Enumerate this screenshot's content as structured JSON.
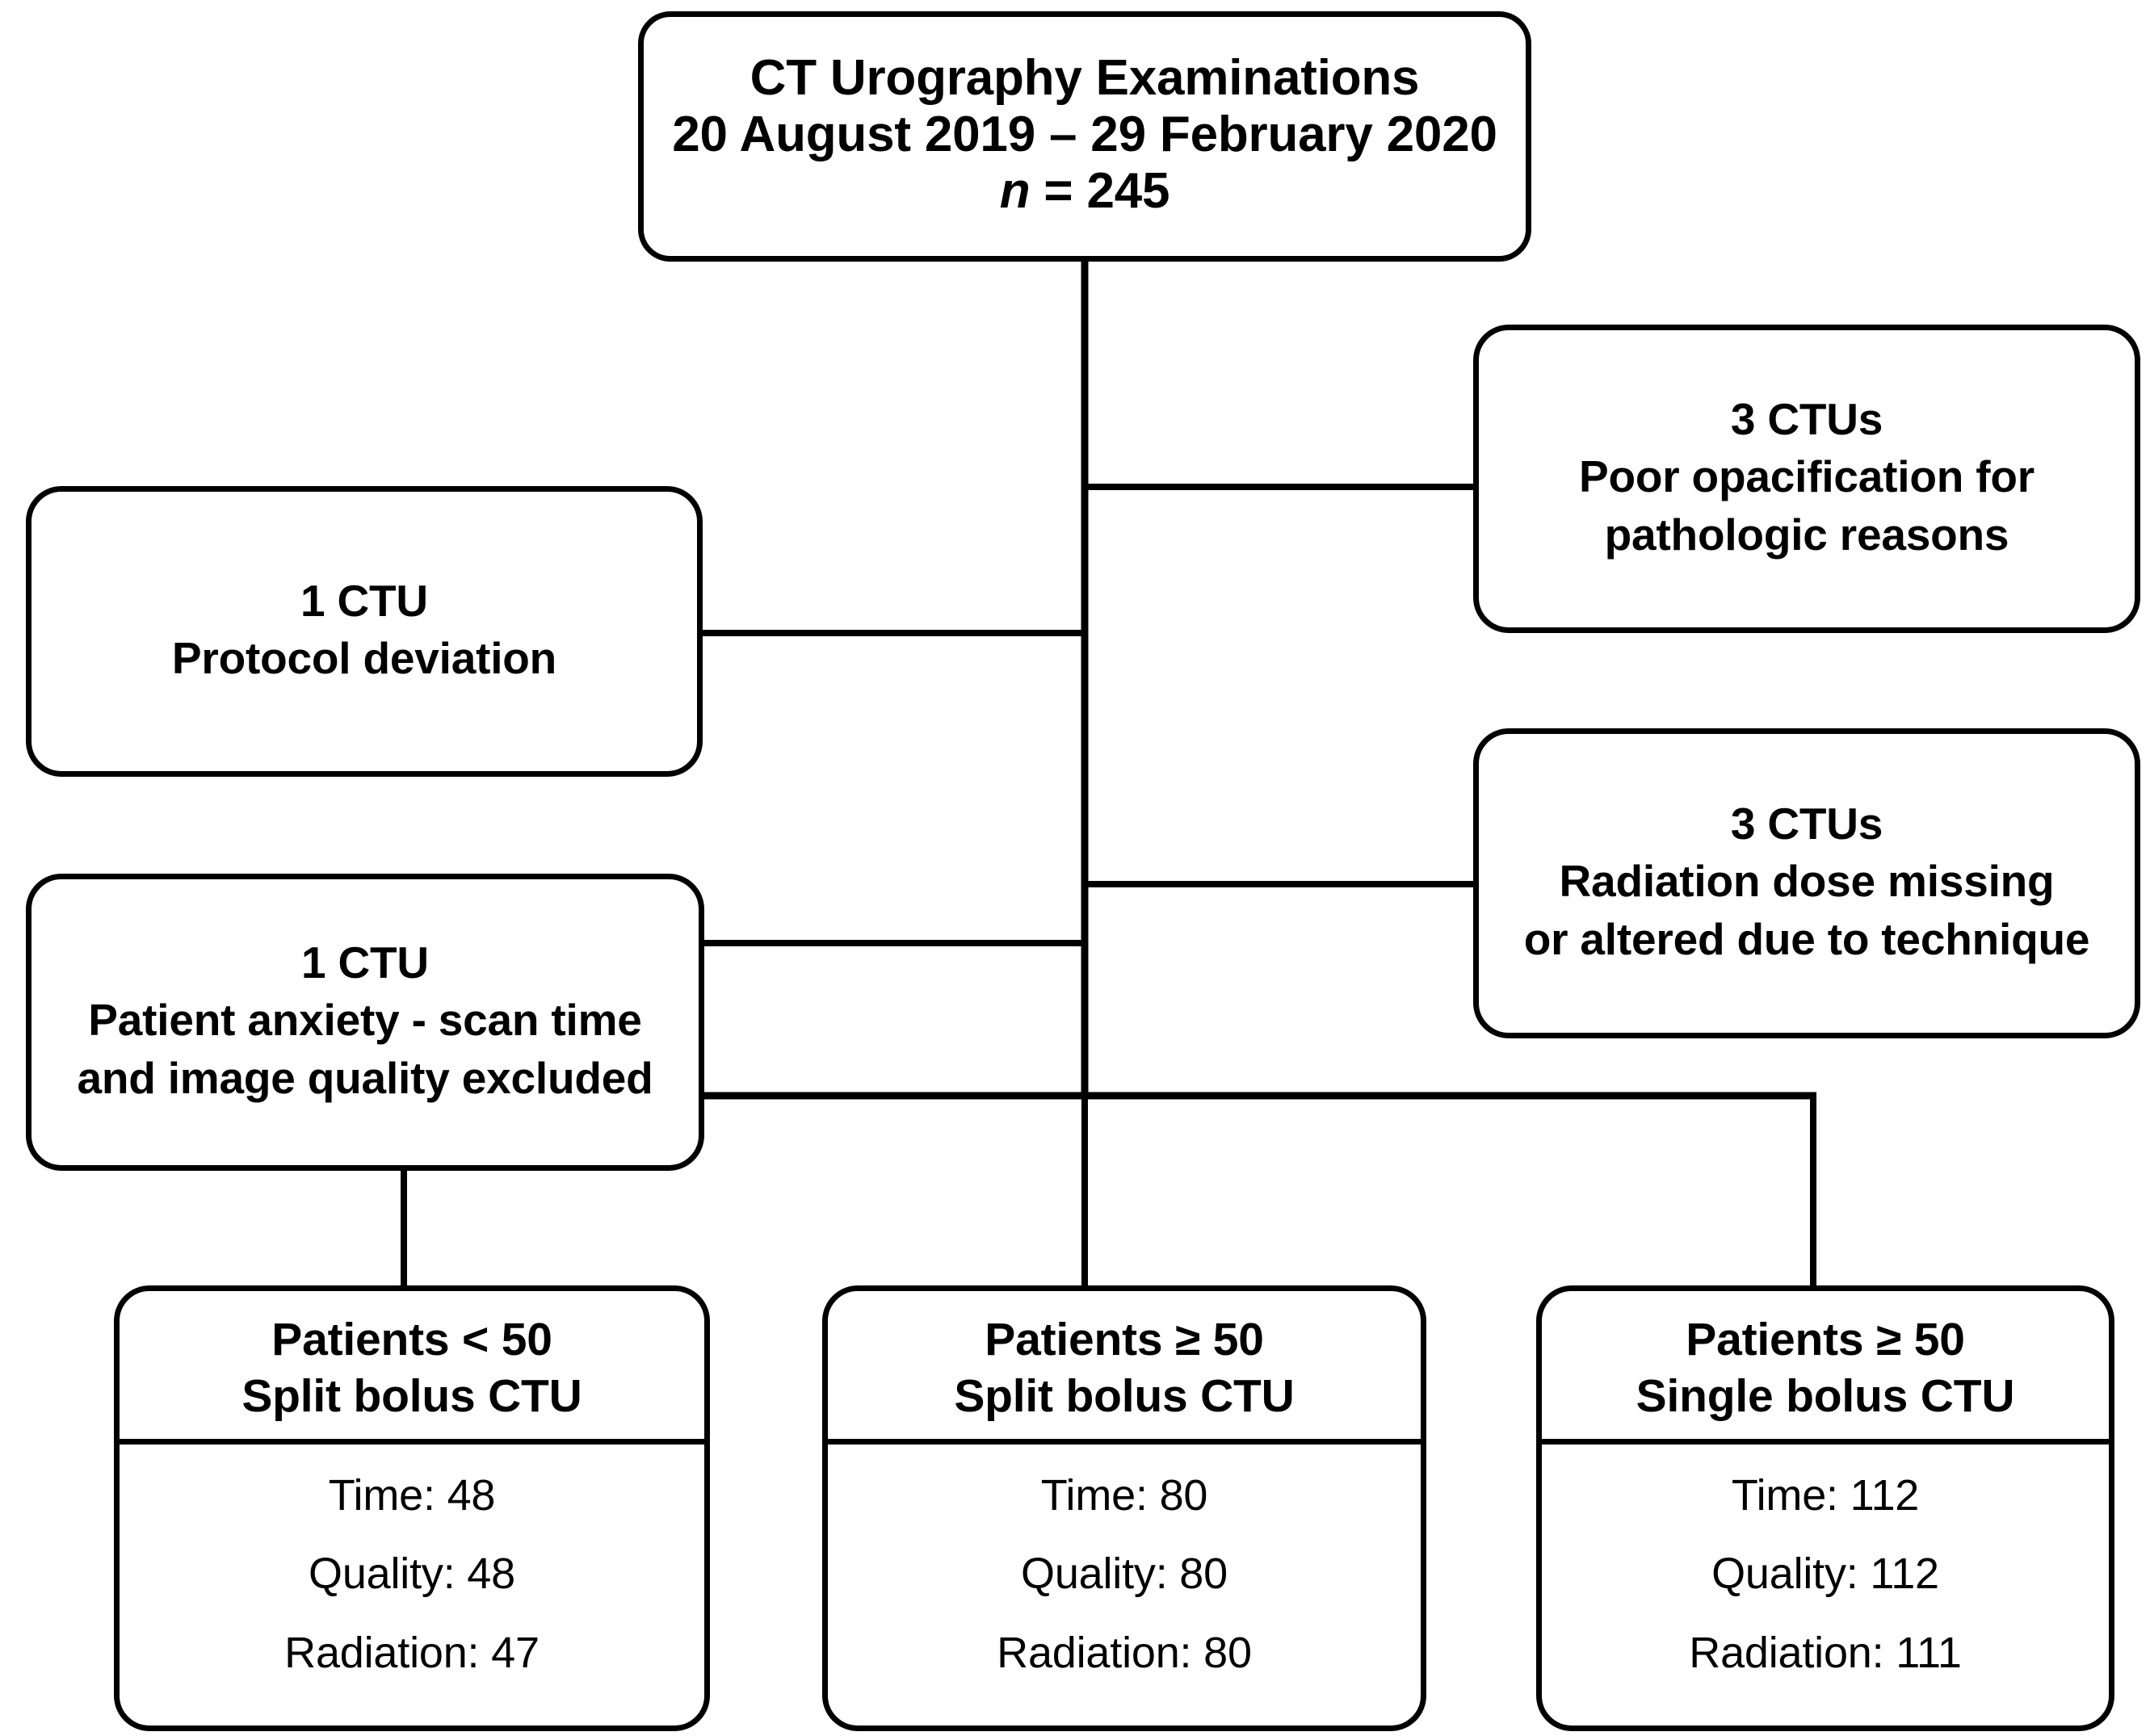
{
  "diagram": {
    "type": "flowchart",
    "title": "CT Urography study inclusion flow diagram",
    "line_color": "#000000",
    "background": "#ffffff"
  },
  "root": {
    "title": "CT Urography Examinations",
    "date_range": "20 August 2019 – 29 February 2020",
    "count_prefix": "n",
    "count_equals": "=",
    "count_value": "245"
  },
  "exclusions": [
    {
      "id": "poor-opacification",
      "count": "3 CTUs",
      "reason_line1": "Poor opacification for",
      "reason_line2": "pathologic reasons",
      "side": "right"
    },
    {
      "id": "radiation-dose",
      "count": "3 CTUs",
      "reason_line1": "Radiation dose missing",
      "reason_line2": "or altered due to technique",
      "side": "right"
    },
    {
      "id": "protocol-deviation",
      "count": "1 CTU",
      "reason_line1": "Protocol deviation",
      "reason_line2": "",
      "side": "left"
    },
    {
      "id": "patient-anxiety",
      "count": "1 CTU",
      "reason_line1": "Patient anxiety - scan time",
      "reason_line2": "and image quality excluded",
      "side": "left"
    }
  ],
  "outcomes": [
    {
      "id": "young-split-bolus",
      "head_line1": "Patients < 50",
      "head_line2": "Split bolus CTU",
      "metrics": [
        "Time: 48",
        "Quality: 48",
        "Radiation: 47"
      ]
    },
    {
      "id": "older-split-bolus",
      "head_line1": "Patients ≥ 50",
      "head_line2": "Split bolus CTU",
      "metrics": [
        "Time: 80",
        "Quality: 80",
        "Radiation: 80"
      ]
    },
    {
      "id": "older-single-bolus",
      "head_line1": "Patients ≥ 50",
      "head_line2": "Single bolus CTU",
      "metrics": [
        "Time: 112",
        "Quality: 112",
        "Radiation: 111"
      ]
    }
  ]
}
